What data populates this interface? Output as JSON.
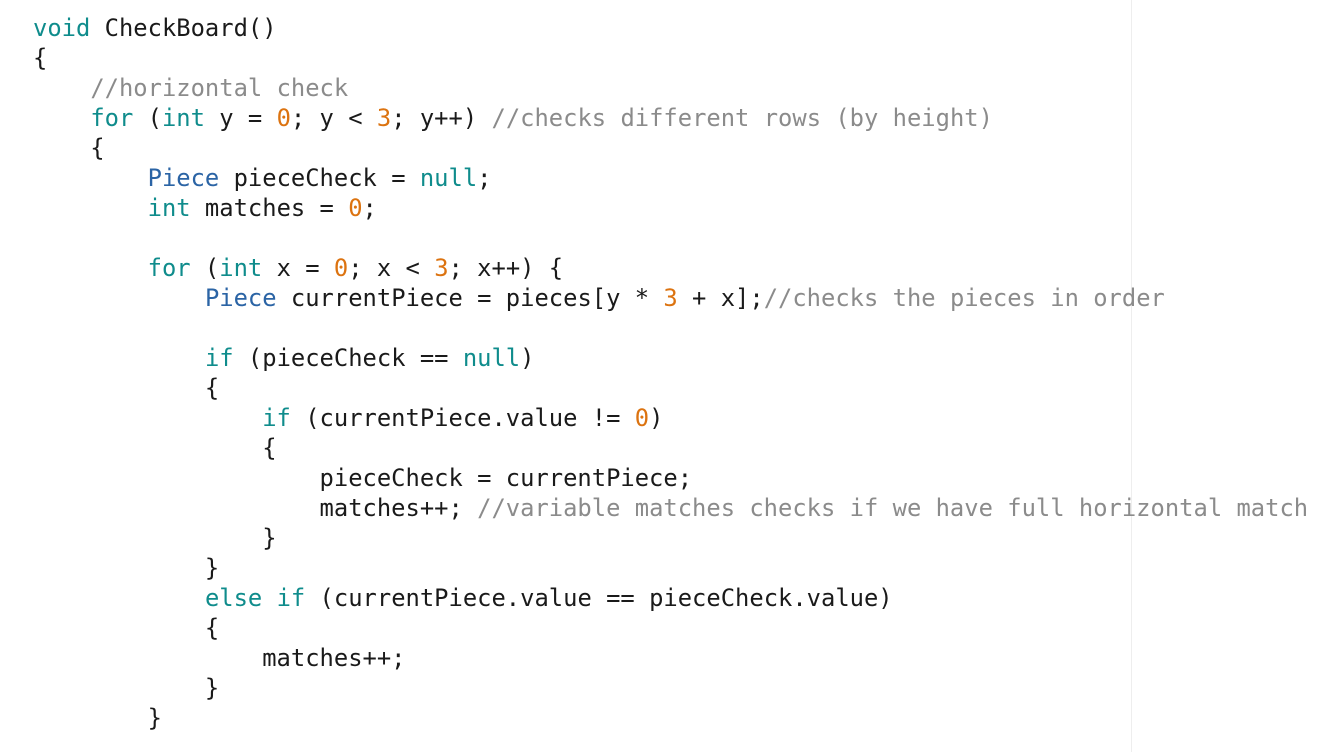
{
  "editor": {
    "colors": {
      "keyword": "#0f8c8c",
      "type": "#2b64a5",
      "number": "#dc7310",
      "comment": "#8b8b8b",
      "text": "#1a1a1a",
      "background": "#ffffff"
    },
    "lines": [
      [
        {
          "t": "kw",
          "v": "void"
        },
        {
          "t": "plain",
          "v": " CheckBoard()"
        }
      ],
      [
        {
          "t": "plain",
          "v": "{"
        }
      ],
      [
        {
          "t": "plain",
          "v": "    "
        },
        {
          "t": "comment",
          "v": "//horizontal check"
        }
      ],
      [
        {
          "t": "plain",
          "v": "    "
        },
        {
          "t": "kw",
          "v": "for"
        },
        {
          "t": "plain",
          "v": " ("
        },
        {
          "t": "kw",
          "v": "int"
        },
        {
          "t": "plain",
          "v": " y = "
        },
        {
          "t": "num",
          "v": "0"
        },
        {
          "t": "plain",
          "v": "; y < "
        },
        {
          "t": "num",
          "v": "3"
        },
        {
          "t": "plain",
          "v": "; y++) "
        },
        {
          "t": "comment",
          "v": "//checks different rows (by height)"
        }
      ],
      [
        {
          "t": "plain",
          "v": "    {"
        }
      ],
      [
        {
          "t": "plain",
          "v": "        "
        },
        {
          "t": "type",
          "v": "Piece"
        },
        {
          "t": "plain",
          "v": " pieceCheck = "
        },
        {
          "t": "kw",
          "v": "null"
        },
        {
          "t": "plain",
          "v": ";"
        }
      ],
      [
        {
          "t": "plain",
          "v": "        "
        },
        {
          "t": "kw",
          "v": "int"
        },
        {
          "t": "plain",
          "v": " matches = "
        },
        {
          "t": "num",
          "v": "0"
        },
        {
          "t": "plain",
          "v": ";"
        }
      ],
      [],
      [
        {
          "t": "plain",
          "v": "        "
        },
        {
          "t": "kw",
          "v": "for"
        },
        {
          "t": "plain",
          "v": " ("
        },
        {
          "t": "kw",
          "v": "int"
        },
        {
          "t": "plain",
          "v": " x = "
        },
        {
          "t": "num",
          "v": "0"
        },
        {
          "t": "plain",
          "v": "; x < "
        },
        {
          "t": "num",
          "v": "3"
        },
        {
          "t": "plain",
          "v": "; x++) {"
        }
      ],
      [
        {
          "t": "plain",
          "v": "            "
        },
        {
          "t": "type",
          "v": "Piece"
        },
        {
          "t": "plain",
          "v": " currentPiece = pieces[y * "
        },
        {
          "t": "num",
          "v": "3"
        },
        {
          "t": "plain",
          "v": " + x];"
        },
        {
          "t": "comment",
          "v": "//checks the pieces in order"
        }
      ],
      [],
      [
        {
          "t": "plain",
          "v": "            "
        },
        {
          "t": "kw",
          "v": "if"
        },
        {
          "t": "plain",
          "v": " (pieceCheck == "
        },
        {
          "t": "kw",
          "v": "null"
        },
        {
          "t": "plain",
          "v": ")"
        }
      ],
      [
        {
          "t": "plain",
          "v": "            {"
        }
      ],
      [
        {
          "t": "plain",
          "v": "                "
        },
        {
          "t": "kw",
          "v": "if"
        },
        {
          "t": "plain",
          "v": " (currentPiece.value != "
        },
        {
          "t": "num",
          "v": "0"
        },
        {
          "t": "plain",
          "v": ")"
        }
      ],
      [
        {
          "t": "plain",
          "v": "                {"
        }
      ],
      [
        {
          "t": "plain",
          "v": "                    pieceCheck = currentPiece;"
        }
      ],
      [
        {
          "t": "plain",
          "v": "                    matches++; "
        },
        {
          "t": "comment",
          "v": "//variable matches checks if we have full horizontal match"
        }
      ],
      [
        {
          "t": "plain",
          "v": "                }"
        }
      ],
      [
        {
          "t": "plain",
          "v": "            }"
        }
      ],
      [
        {
          "t": "plain",
          "v": "            "
        },
        {
          "t": "kw",
          "v": "else if"
        },
        {
          "t": "plain",
          "v": " (currentPiece.value == pieceCheck.value)"
        }
      ],
      [
        {
          "t": "plain",
          "v": "            {"
        }
      ],
      [
        {
          "t": "plain",
          "v": "                matches++;"
        }
      ],
      [
        {
          "t": "plain",
          "v": "            }"
        }
      ],
      [
        {
          "t": "plain",
          "v": "        }"
        }
      ]
    ]
  }
}
